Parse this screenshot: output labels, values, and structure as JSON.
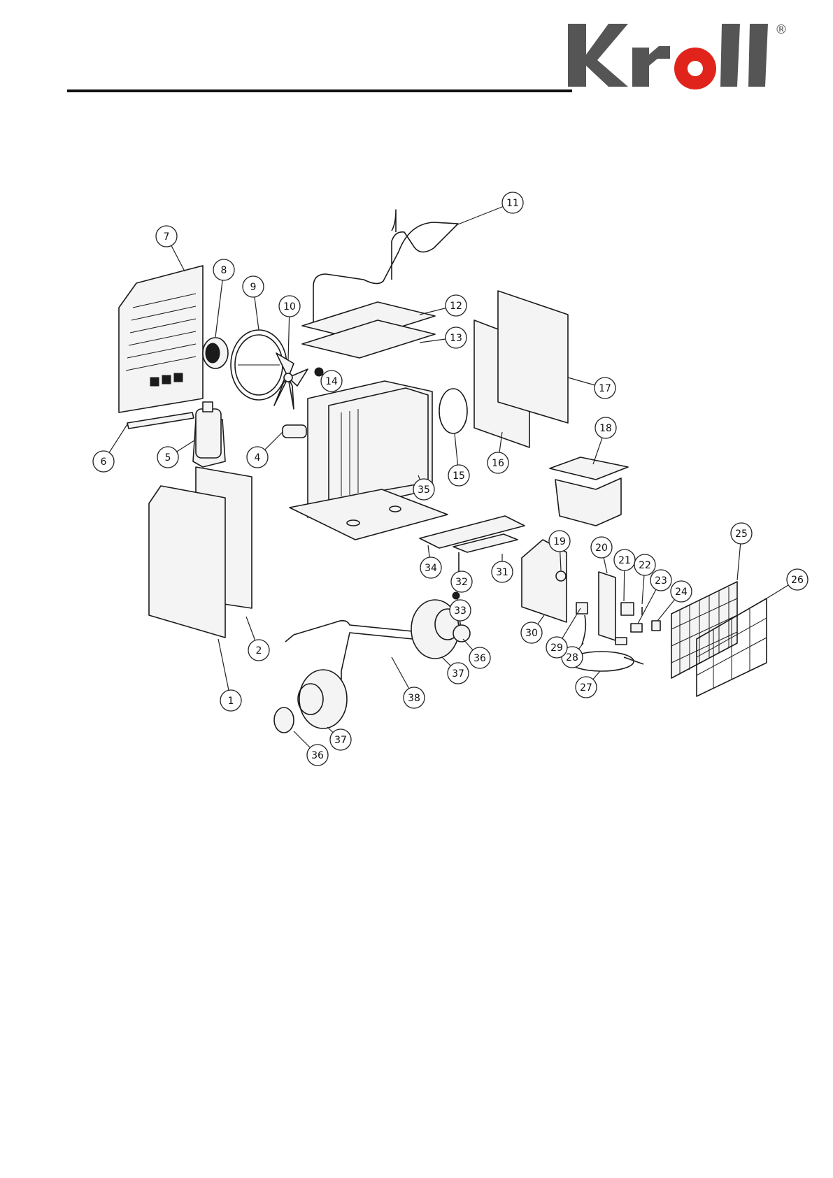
{
  "brand": {
    "name": "Kroll",
    "registered_mark": "®",
    "color_gray": "#555555",
    "color_red": "#e0241c"
  },
  "callouts": [
    {
      "num": "1"
    },
    {
      "num": "2"
    },
    {
      "num": "4"
    },
    {
      "num": "5"
    },
    {
      "num": "6"
    },
    {
      "num": "7"
    },
    {
      "num": "8"
    },
    {
      "num": "9"
    },
    {
      "num": "10"
    },
    {
      "num": "11"
    },
    {
      "num": "12"
    },
    {
      "num": "13"
    },
    {
      "num": "14"
    },
    {
      "num": "15"
    },
    {
      "num": "16"
    },
    {
      "num": "17"
    },
    {
      "num": "18"
    },
    {
      "num": "19"
    },
    {
      "num": "20"
    },
    {
      "num": "21"
    },
    {
      "num": "22"
    },
    {
      "num": "23"
    },
    {
      "num": "24"
    },
    {
      "num": "25"
    },
    {
      "num": "26"
    },
    {
      "num": "27"
    },
    {
      "num": "28"
    },
    {
      "num": "29"
    },
    {
      "num": "30"
    },
    {
      "num": "31"
    },
    {
      "num": "32"
    },
    {
      "num": "33"
    },
    {
      "num": "34"
    },
    {
      "num": "35"
    },
    {
      "num": "36"
    },
    {
      "num": "37"
    },
    {
      "num": "38"
    },
    {
      "num": "37"
    },
    {
      "num": "36"
    }
  ]
}
